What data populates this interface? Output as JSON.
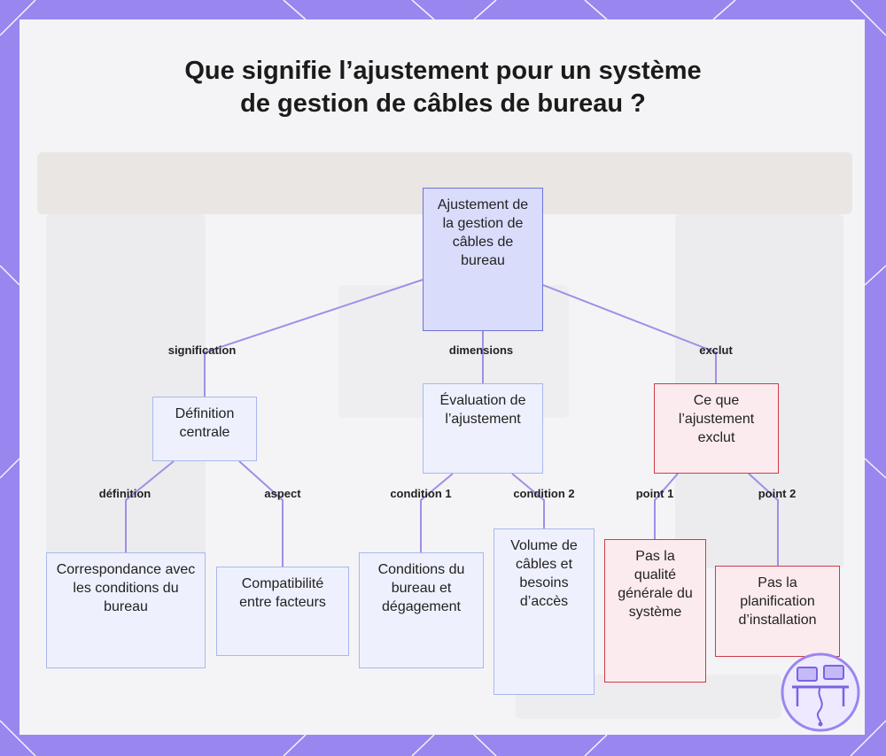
{
  "title": "Que signifie l’ajustement pour un système de gestion de câbles de bureau ?",
  "nodes": {
    "root": "Ajustement de la gestion de câbles de bureau",
    "definition_centrale": "Définition centrale",
    "evaluation": "Évaluation de l’ajustement",
    "exclusion": "Ce que l’ajustement exclut",
    "correspondance": "Correspondance avec les conditions du bureau",
    "compatibilite": "Compatibilité entre facteurs",
    "conditions": "Conditions du bureau et dégagement",
    "volume": "Volume de câbles et besoins d’accès",
    "qualite": "Pas la qualité générale du système",
    "planification": "Pas la planification d’installation"
  },
  "edges": {
    "signification": "signification",
    "dimensions": "dimensions",
    "exclut": "exclut",
    "definition": "définition",
    "aspect": "aspect",
    "condition1": "condition 1",
    "condition2": "condition 2",
    "point1": "point 1",
    "point2": "point 2"
  },
  "colors": {
    "frame": "#9a86ef",
    "root_fill": "#d9dcfb",
    "node_fill": "#eef1fd",
    "exclude_fill": "#fcebee",
    "exclude_border": "#cf3a4a",
    "connector": "#a28ee6"
  },
  "icons": {
    "logo": "desk-setup-icon"
  }
}
